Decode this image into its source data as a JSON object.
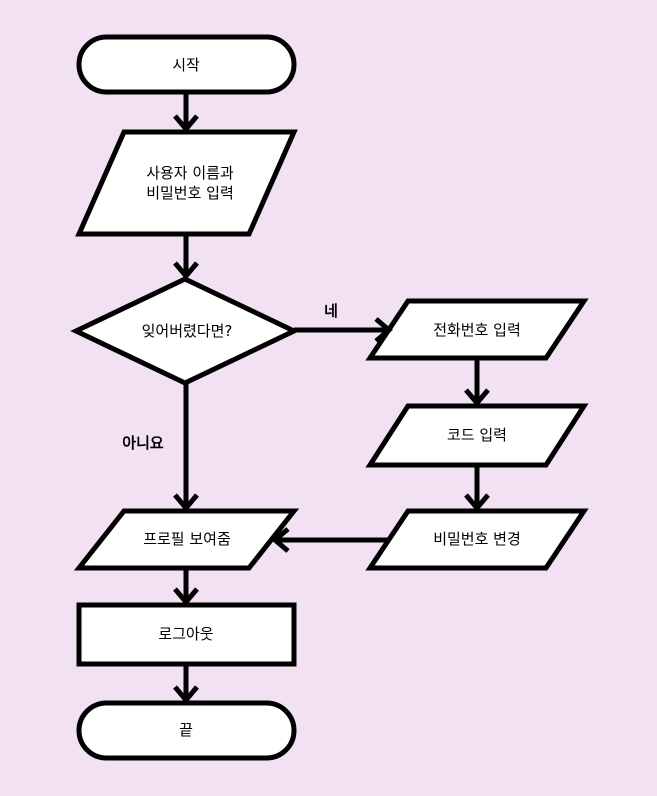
{
  "nodes": {
    "start": "시작",
    "input_credentials_line1": "사용자 이름과",
    "input_credentials_line2": "비밀번호 입력",
    "forgot_decision": "잊어버렸다면?",
    "enter_phone": "전화번호 입력",
    "enter_code": "코드 입력",
    "change_password": "비밀번호 변경",
    "show_profile": "프로필 보여줌",
    "logout": "로그아웃",
    "end": "끝"
  },
  "edges": {
    "yes_label": "네",
    "no_label": "아니요"
  },
  "colors": {
    "background": "#f2e1f3",
    "shape_fill": "#ffffff",
    "stroke": "#000000"
  }
}
